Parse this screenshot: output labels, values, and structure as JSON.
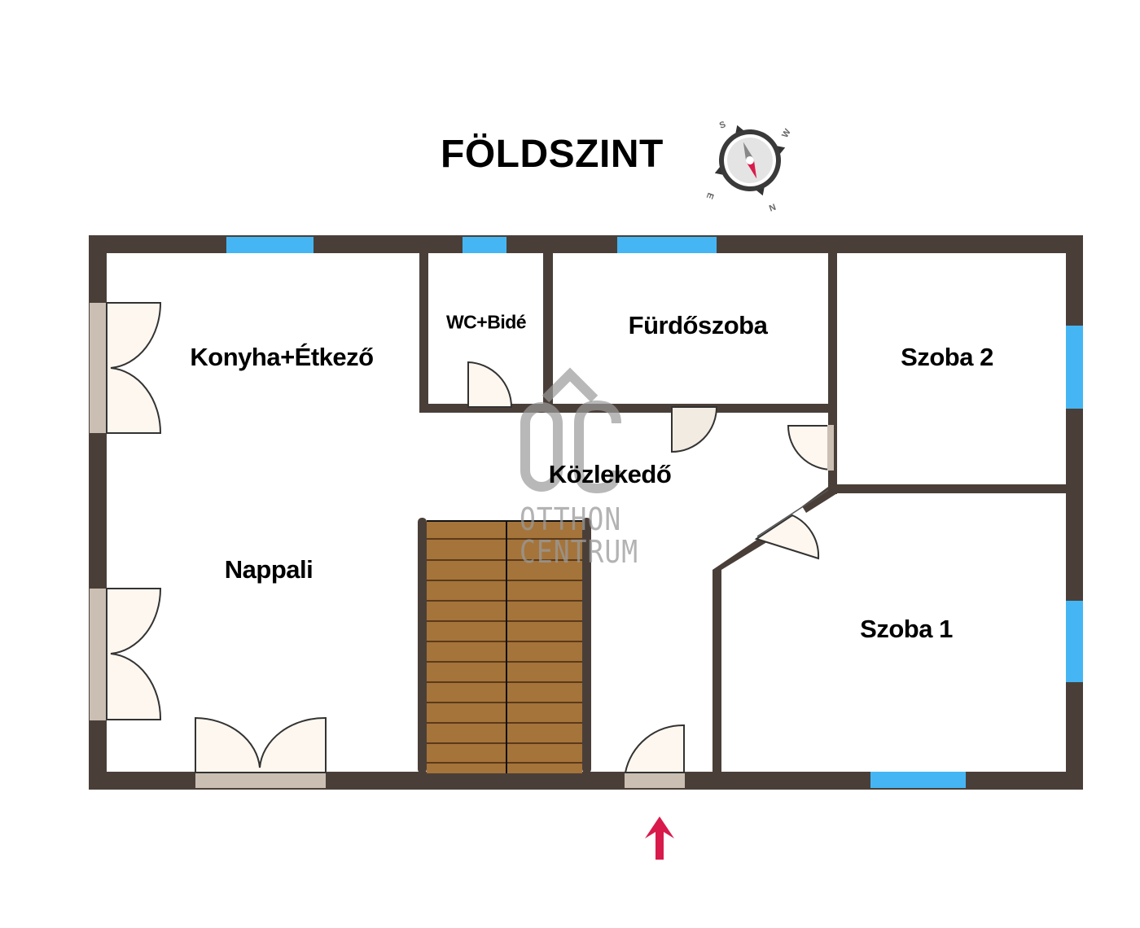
{
  "title": "FÖLDSZINT",
  "compass": {
    "icon": "compass-icon",
    "labels": {
      "north": "N",
      "south": "S",
      "east": "E",
      "west": "W"
    },
    "needle_color": "#d81b4a"
  },
  "rooms": [
    {
      "id": "konyha",
      "label": "Konyha+Étkező"
    },
    {
      "id": "wc",
      "label": "WC+Bidé"
    },
    {
      "id": "furdo",
      "label": "Fürdőszoba"
    },
    {
      "id": "szoba2",
      "label": "Szoba 2"
    },
    {
      "id": "kozlekedo",
      "label": "Közlekedő"
    },
    {
      "id": "nappali",
      "label": "Nappali"
    },
    {
      "id": "szoba1",
      "label": "Szoba 1"
    }
  ],
  "watermark": {
    "line1": "OTTHON",
    "line2": "CENTRUM",
    "logo": "OC"
  },
  "entrance": {
    "icon": "entrance-arrow-icon",
    "color": "#d81b4a"
  },
  "colors": {
    "wall": "#4a3f38",
    "window": "#45b6f3",
    "door_fill": "#fdf7ef",
    "door_frame": "#cbbfb3",
    "stair": "#a5743a"
  }
}
